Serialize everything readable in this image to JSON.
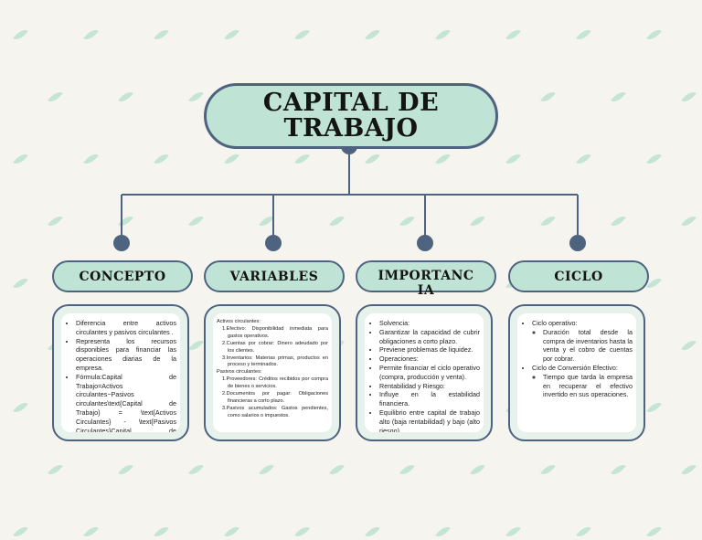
{
  "title": "CAPITAL DE TRABAJO",
  "colors": {
    "background": "#f6f4ee",
    "node_fill": "#bfe3d4",
    "border": "#4e6380",
    "leaf": "#bfe2d2"
  },
  "branches": [
    {
      "header": "CONCEPTO",
      "bullets": [
        "Diferencia entre activos circulantes y pasivos circulantes .",
        "Representa los recursos disponibles para financiar las operaciones diarias de la empresa.",
        "Fórmula:Capital de Trabajo=Activos circulantes−Pasivos circulantes\\text{Capital de Trabajo} = \\text{Activos Circulantes} - \\text{Pasivos Circulantes}Capital de Trabajo=Activos circulantes−Pasivos circulantes"
      ]
    },
    {
      "header": "VARIABLES",
      "groups": [
        {
          "title": "Activos circulantes:",
          "items": [
            "1.Efectivo: Disponibilidad inmediata para gastos operativos.",
            "2.Cuentas por cobrar: Dinero adeudado por los clientes.",
            "3.Inventarios: Materias primas, productos en proceso y terminados."
          ]
        },
        {
          "title": "Pasivos circulantes:",
          "items": [
            "1.Proveedores: Créditos recibidos por compra de bienes o servicios.",
            "2.Documentos por pagar: Obligaciones financieras a corto plazo.",
            "3.Pasivos acumulados: Gastos pendientes, como salarios o impuestos."
          ]
        }
      ]
    },
    {
      "header": "IMPORTANCIA",
      "bullets": [
        "Solvencia:",
        "Garantizar la capacidad de cubrir obligaciones a corto plazo.",
        "Previene problemas de liquidez.",
        "Operaciones:",
        "Permite financiar el ciclo operativo (compra, producción y venta).",
        "Rentabilidad y Riesgo:",
        "Influye en la estabilidad financiera.",
        "Equilibrio entre capital de trabajo alto (baja rentabilidad) y bajo (alto riesgo)."
      ]
    },
    {
      "header": "CICLO",
      "outline": [
        {
          "label": "Ciclo operativo:",
          "sub": [
            "Duración total desde la compra de inventarios hasta la venta y el cobro de cuentas por cobrar."
          ]
        },
        {
          "label": "Ciclo de Conversión Efectivo:",
          "sub": [
            "Tiempo que tarda la empresa en recuperar el efectivo invertido en sus operaciones."
          ]
        }
      ]
    }
  ]
}
